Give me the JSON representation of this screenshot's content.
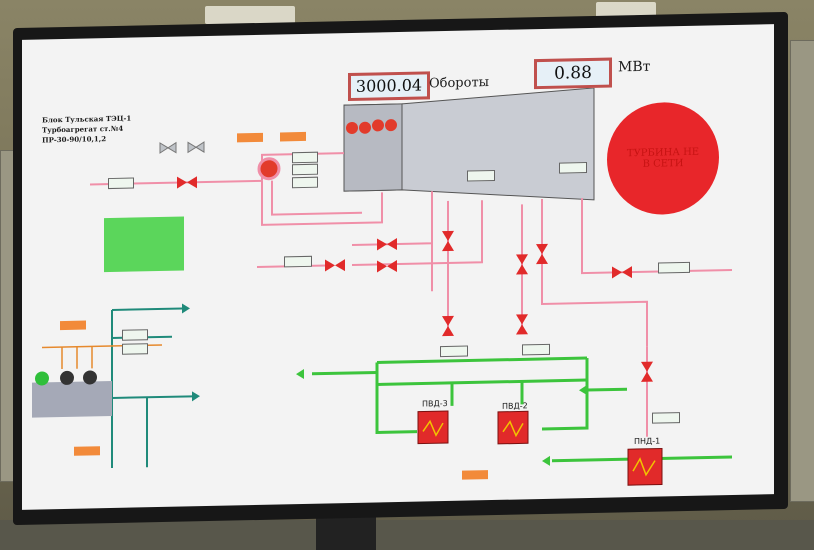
{
  "header": {
    "station_line1": "Блок Тульская ТЭЦ-1",
    "station_line2": "Турбоагрегат ст.№4",
    "station_line3": "ПР-30-90/10,1,2"
  },
  "readouts": {
    "rpm_value": "3000.04",
    "rpm_label": "Обороты",
    "power_value": "0.88",
    "power_label": "МВт"
  },
  "status": {
    "alarm_text_line1": "ТУРБИНА НЕ",
    "alarm_text_line2": "В СЕТИ",
    "alarm_color": "#e8262a",
    "ok_color": "#5bd65b",
    "pipe_pink": "#f08fa8",
    "pipe_green": "#3cc43c",
    "pipe_teal": "#1f8a7a"
  },
  "heaters": [
    {
      "label": "ПВД-3"
    },
    {
      "label": "ПВД-2"
    },
    {
      "label": "ПНД-1"
    }
  ],
  "icons": [
    "valve-icon",
    "heat-exchanger-icon",
    "indicator-lamp-icon",
    "arrow-icon"
  ]
}
